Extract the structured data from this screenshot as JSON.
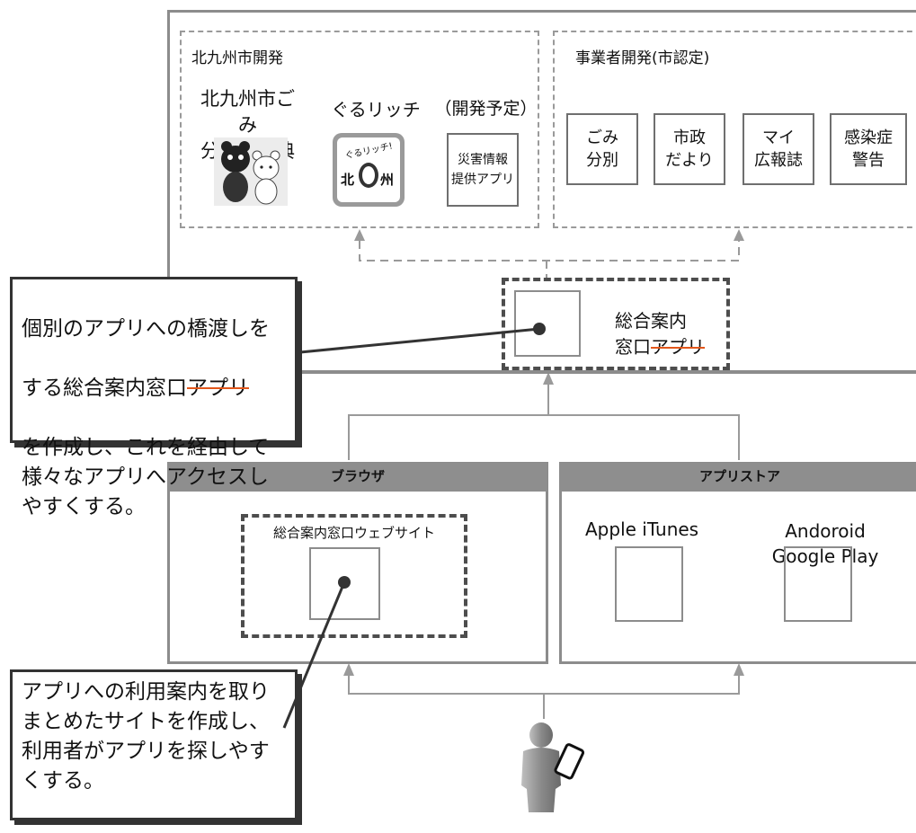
{
  "city_dev": {
    "title": "北九州市開発",
    "app1_label": "北九州市ごみ\n分別大事典",
    "app2_label": "ぐるリッチ",
    "app3_label": "（開発予定）",
    "app3_box": "災害情報\n提供アプリ",
    "app2_icon_text": "ぐるリッチ!",
    "app2_icon_left": "北",
    "app2_icon_right": "州"
  },
  "business_dev": {
    "title": "事業者開発(市認定)",
    "apps": [
      "ごみ\n分別",
      "市政\nだより",
      "マイ\n広報誌",
      "感染症\n警告"
    ]
  },
  "portal_app": {
    "label_line1": "総合案内",
    "label_line2_a": "窓口",
    "label_line2_b": "アプリ"
  },
  "browser": {
    "header": "ブラウザ",
    "site_label": "総合案内窓口ウェブサイト"
  },
  "appstore": {
    "header": "アプリストア",
    "store1": "Apple iTunes",
    "store2": "Andoroid\nGoogle Play"
  },
  "note_top": {
    "line1": "個別のアプリへの橋渡しを",
    "line2_a": "する総合案内窓口",
    "line2_b": "アプリ",
    "rest": "を作成し、これを経由して\n様々なアプリへアクセスし\nやすくする。"
  },
  "note_bottom": {
    "text": "アプリへの利用案内を取り\nまとめたサイトを作成し、\n利用者がアプリを探しやす\nくする。"
  },
  "colors": {
    "border": "#8c8c8c",
    "dark": "#4d4d4d",
    "strike": "#e2561a"
  },
  "icons": [
    "bear-mascot-icon",
    "gururich-logo-icon",
    "user-with-smartphone-icon"
  ]
}
